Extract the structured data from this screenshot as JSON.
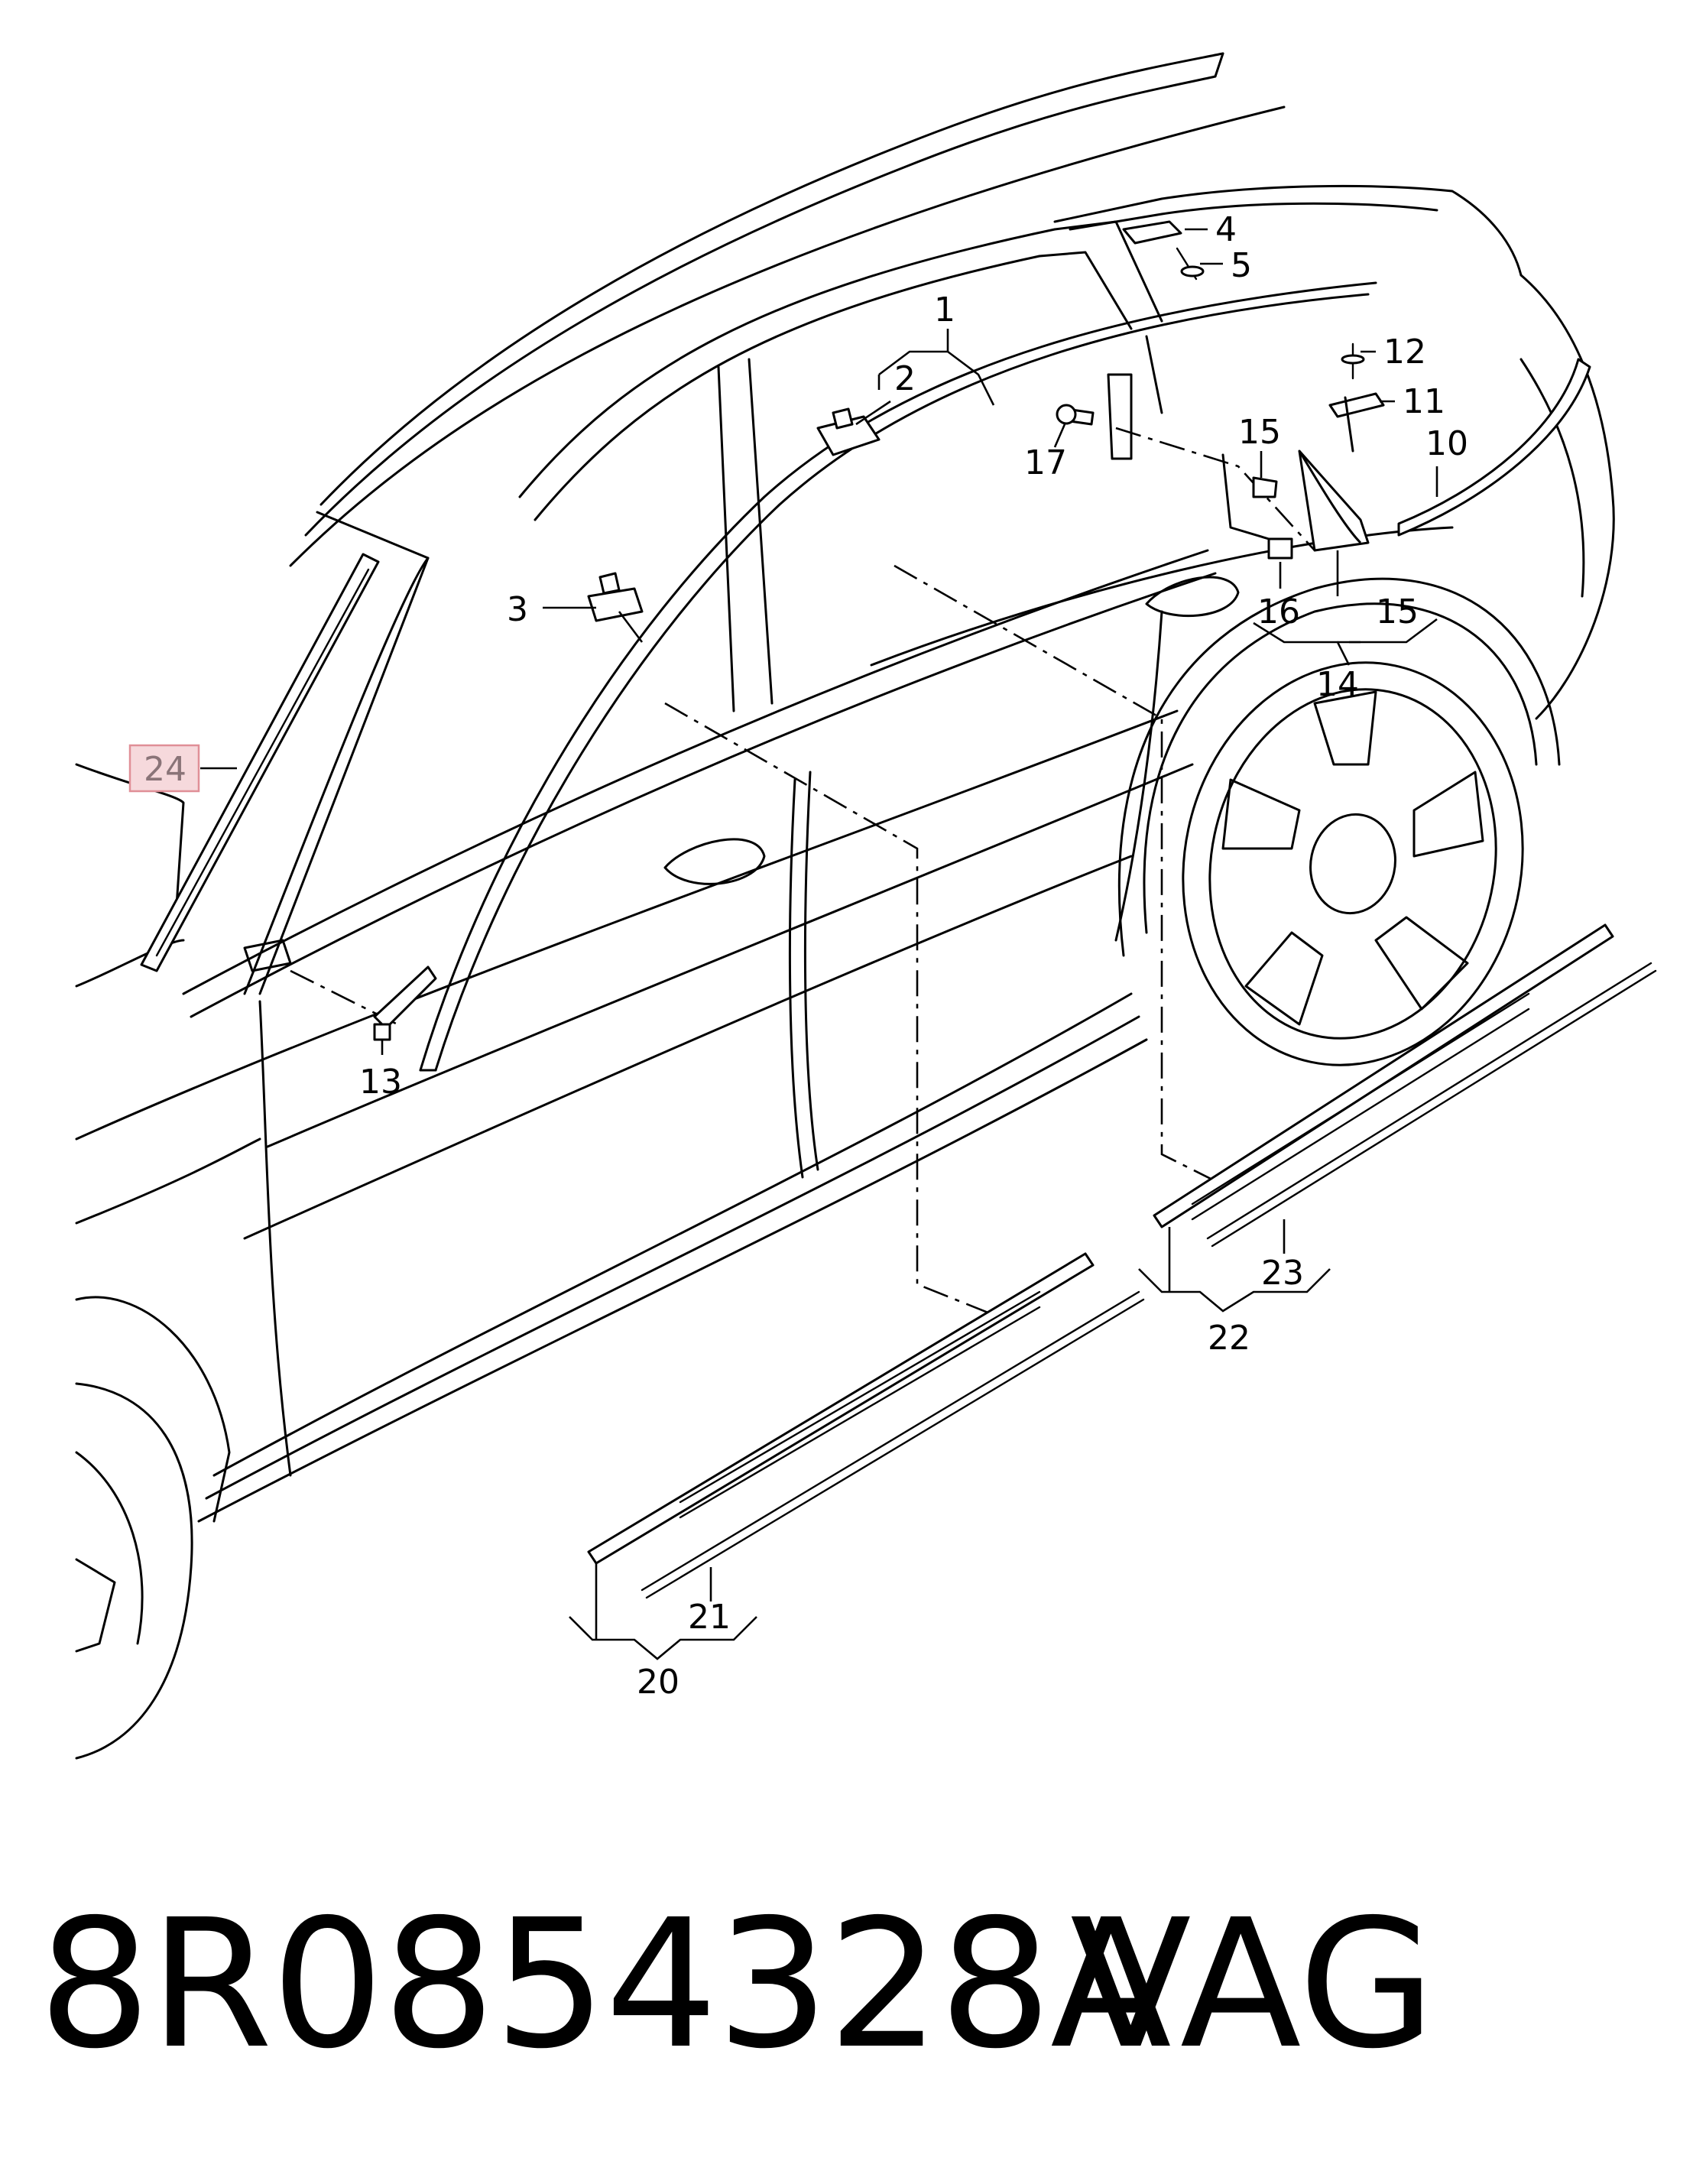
{
  "callouts": {
    "c1": "1",
    "c2": "2",
    "c3": "3",
    "c4": "4",
    "c5": "5",
    "c10": "10",
    "c11": "11",
    "c12": "12",
    "c13": "13",
    "c14": "14",
    "c15a": "15",
    "c15b": "15",
    "c16": "16",
    "c17": "17",
    "c20": "20",
    "c21": "21",
    "c22": "22",
    "c23": "23",
    "c24": "24"
  },
  "caption": {
    "part_number": "8R0854328A",
    "brand": "VAG"
  },
  "colors": {
    "highlight_fill": "#f6d9dc",
    "highlight_border": "#e08f97"
  }
}
